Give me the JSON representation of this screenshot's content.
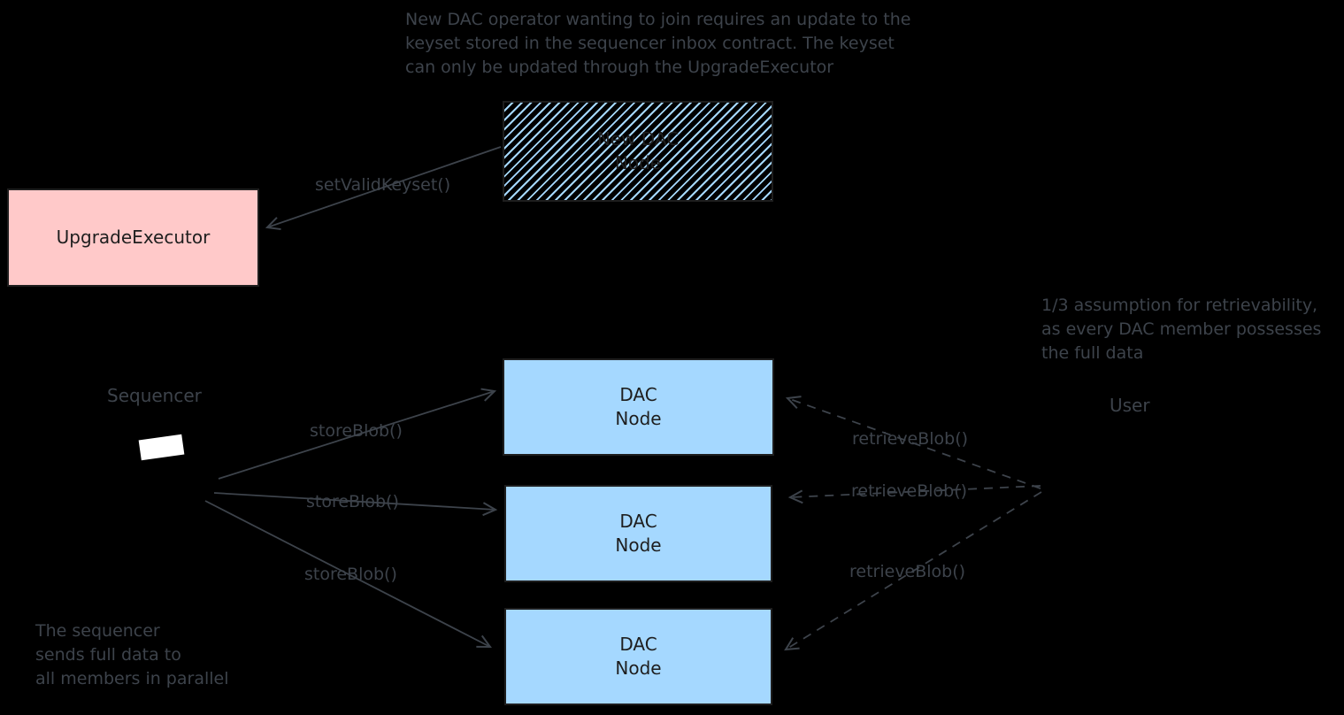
{
  "diagram": {
    "top_note": {
      "line1": "New DAC operator wanting to join requires an update to the",
      "line2": "keyset stored in the sequencer inbox contract. The keyset",
      "line3": "can only be updated through the UpgradeExecutor"
    },
    "new_dac_node": {
      "line1": "New DAC",
      "line2": "Node"
    },
    "upgrade_executor": {
      "label": "UpgradeExecutor"
    },
    "set_valid_keyset_label": "setValidKeyset()",
    "sequencer_label": "Sequencer",
    "store_blob_labels": [
      "storeBlob()",
      "storeBlob()",
      "storeBlob()"
    ],
    "dac_nodes": [
      {
        "line1": "DAC",
        "line2": "Node"
      },
      {
        "line1": "DAC",
        "line2": "Node"
      },
      {
        "line1": "DAC",
        "line2": "Node"
      }
    ],
    "retrieve_blob_labels": [
      "retrieveBlob()",
      "retrieveBlob()",
      "retrieveBlob()"
    ],
    "assumption_note": {
      "line1": "1/3 assumption for retrievability,",
      "line2": "as every DAC member possesses",
      "line3": "the full data"
    },
    "user_label": "User",
    "bottom_note": {
      "line1": "The sequencer",
      "line2": "sends full data to",
      "line3": "all members in parallel"
    }
  },
  "colors": {
    "background": "#000000",
    "box_blue_fill": "#a5d8ff",
    "box_pink_fill": "#ffc9c9",
    "box_stroke": "#1e1e1e",
    "annotation_gray": "#3d434b"
  }
}
